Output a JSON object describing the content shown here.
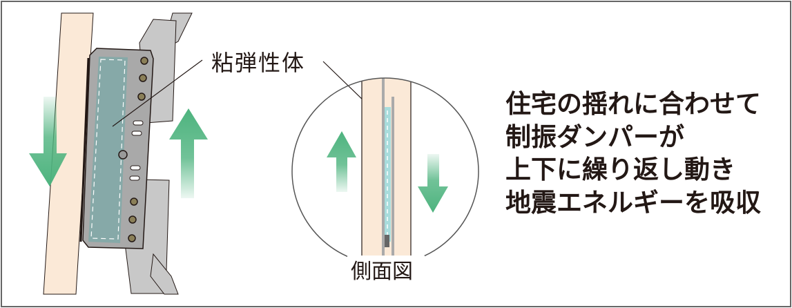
{
  "labels": {
    "viscoelastic": "粘弾性体",
    "side_view": "側面図"
  },
  "caption": [
    "住宅の揺れに合わせて",
    "制振ダンパーが",
    "上下に繰り返し動き",
    "地震エネルギーを吸収"
  ],
  "colors": {
    "wood": "#fbe9d7",
    "arrow": "#4db37e",
    "metal": "#c8c8c8",
    "viscoelastic": "#86a9a8",
    "border": "#666666"
  }
}
